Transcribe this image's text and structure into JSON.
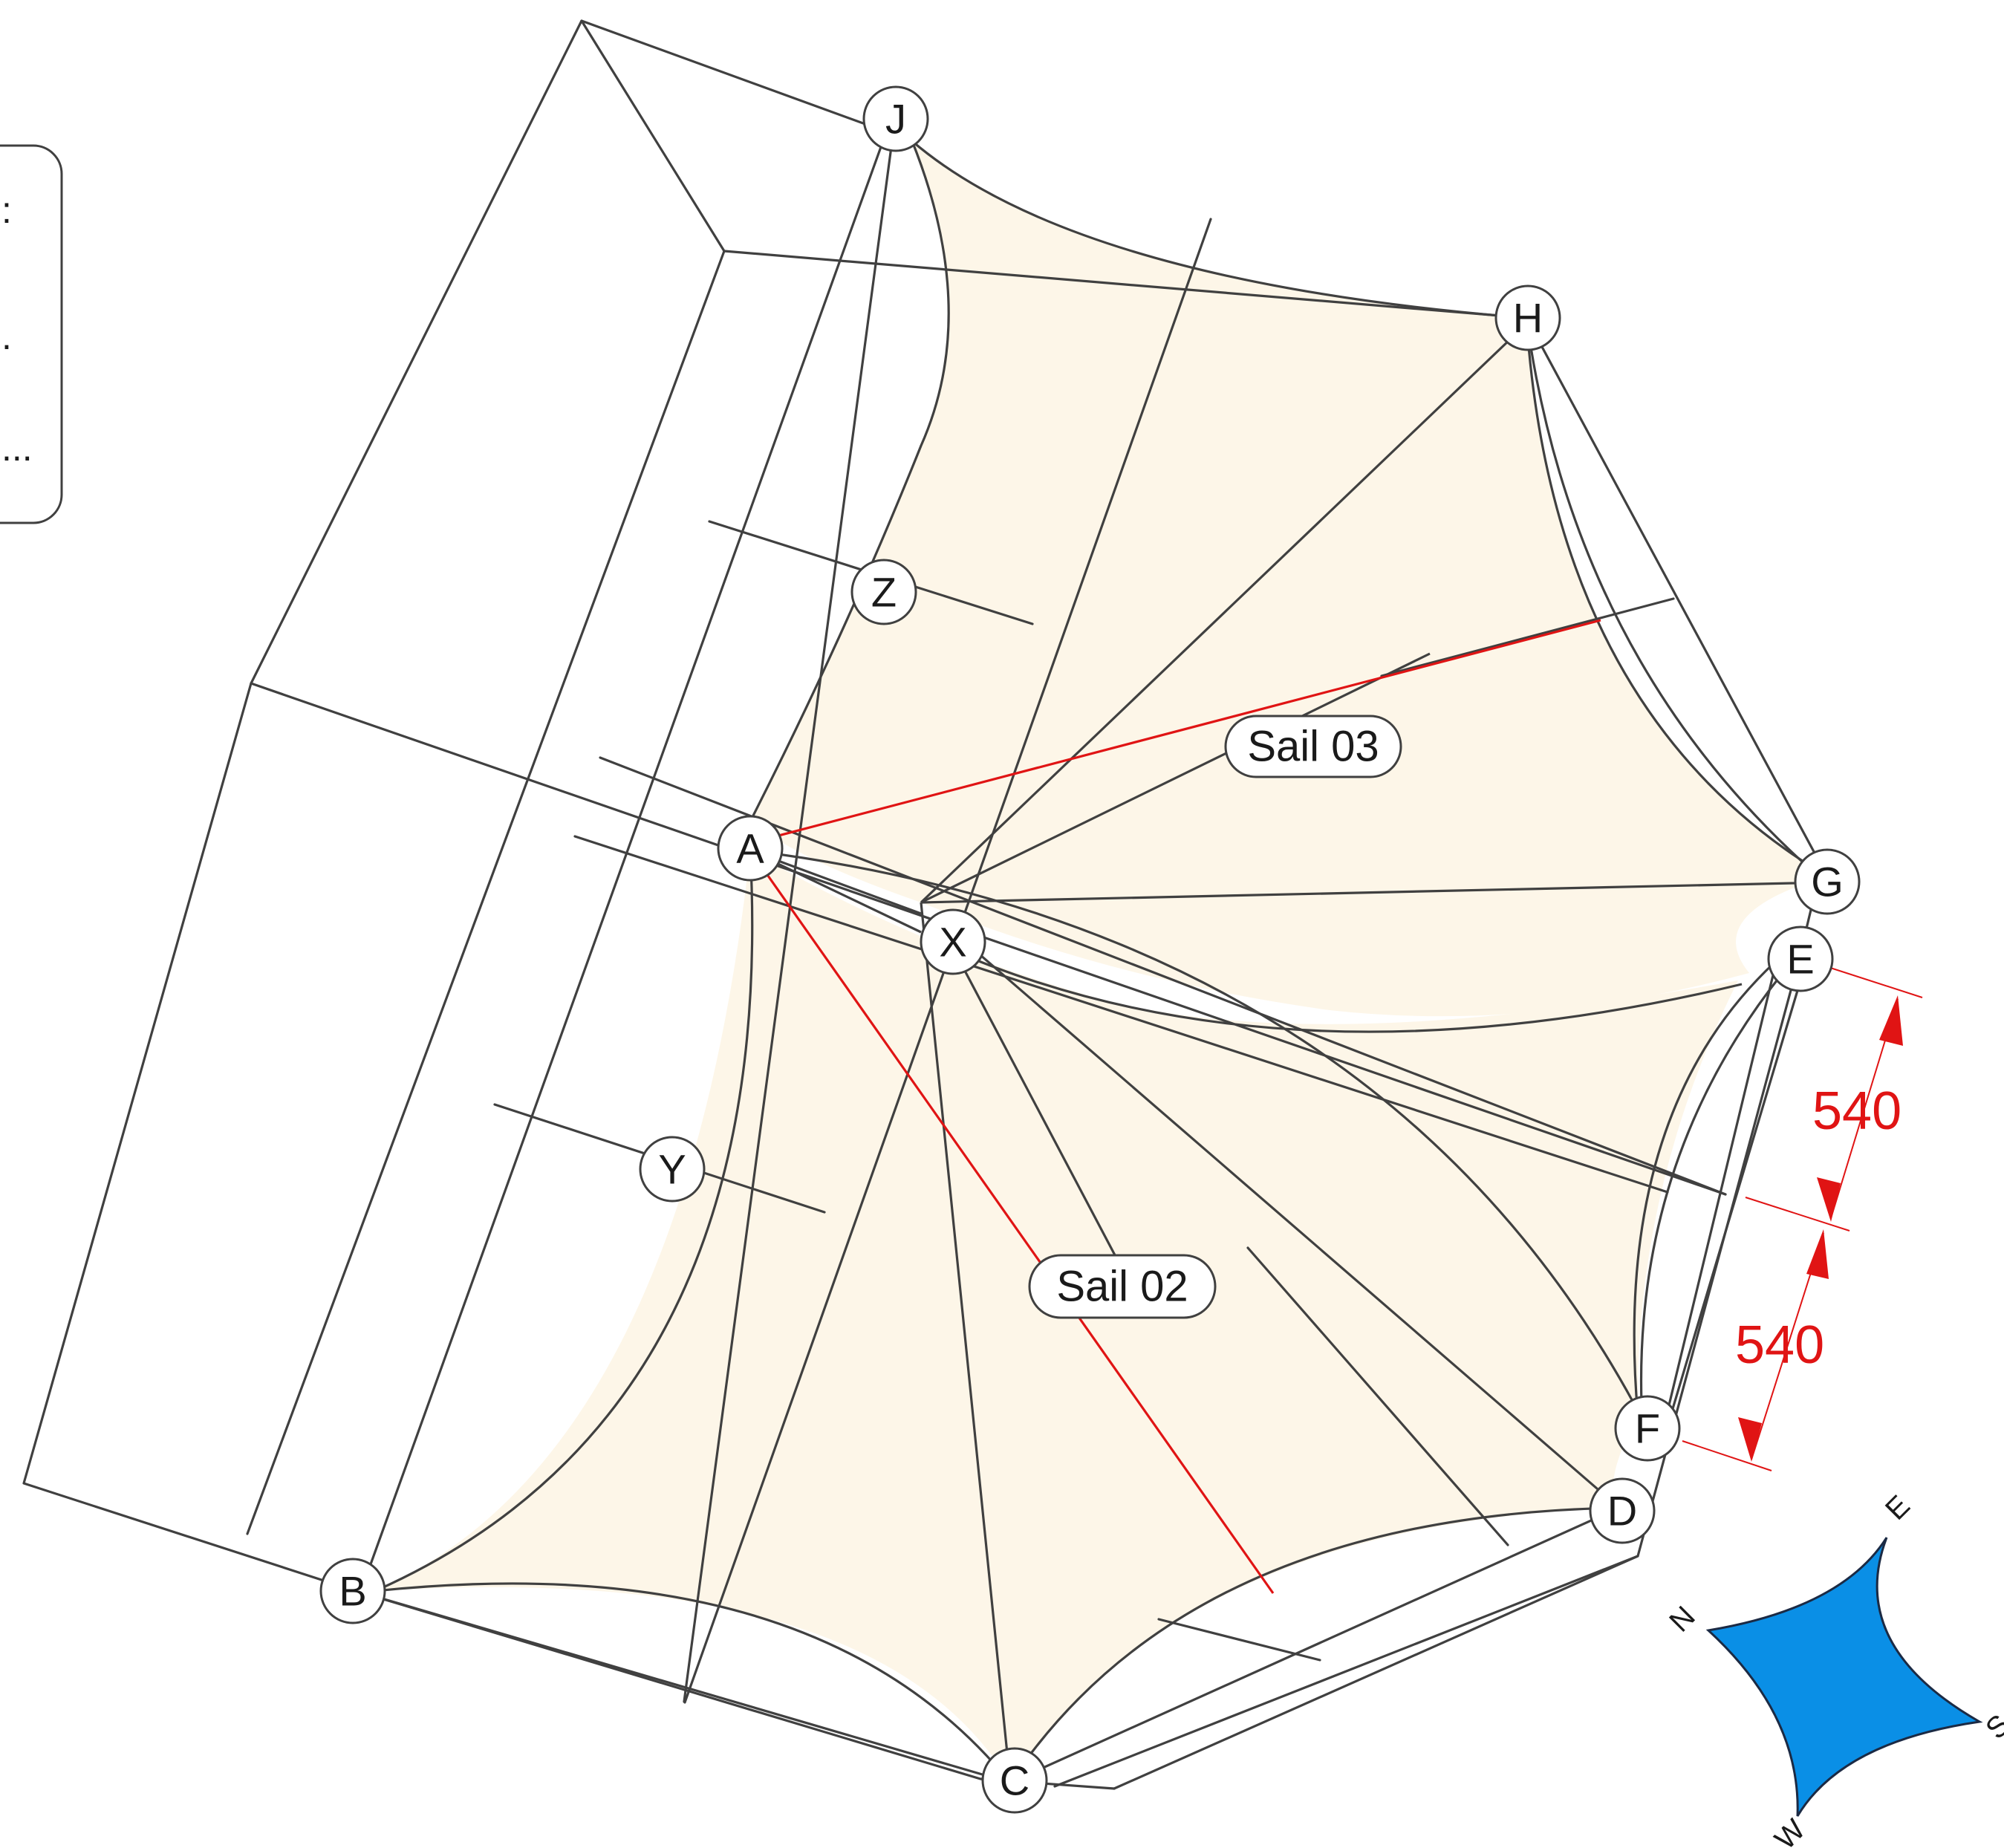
{
  "legend": {
    "rows": [
      ":",
      ".",
      "..."
    ]
  },
  "points": {
    "J": "J",
    "H": "H",
    "G": "G",
    "E": "E",
    "F": "F",
    "D": "D",
    "C": "C",
    "B": "B",
    "A": "A",
    "X": "X",
    "Y": "Y",
    "Z": "Z"
  },
  "sails": {
    "sail_03": "Sail 03",
    "sail_02": "Sail 02"
  },
  "dimensions": {
    "upper": "540",
    "lower": "540"
  },
  "compass": {
    "n": "N",
    "e": "E",
    "s": "S",
    "w": "W"
  },
  "colors": {
    "sail_fill": "#fdf6e8",
    "guide_lines": "#e01414",
    "structure_lines": "#404040",
    "compass_fill": "#0a8fe6"
  }
}
